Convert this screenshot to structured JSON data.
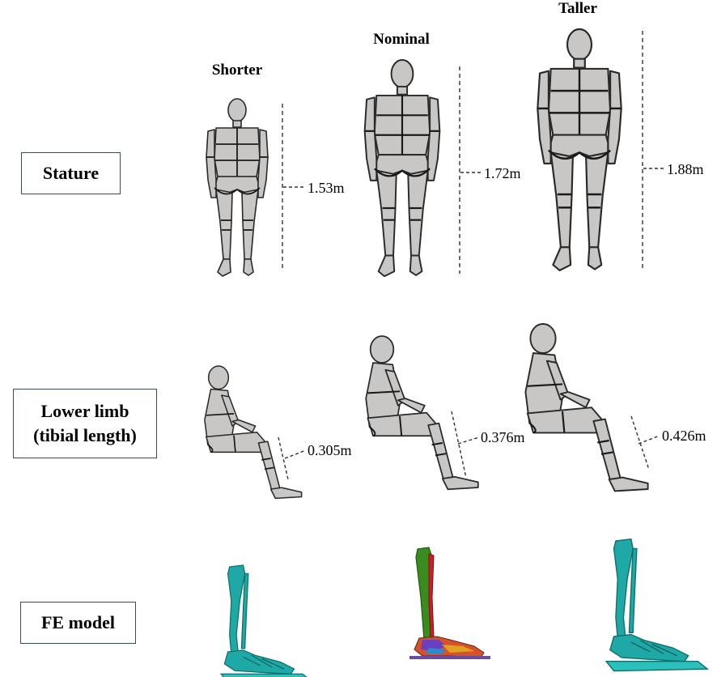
{
  "columns": [
    {
      "label": "Shorter"
    },
    {
      "label": "Nominal"
    },
    {
      "label": "Taller"
    }
  ],
  "rows": {
    "stature": {
      "label": "Stature",
      "measures": [
        "1.53m",
        "1.72m",
        "1.88m"
      ]
    },
    "lower_limb": {
      "label_line1": "Lower limb",
      "label_line2": "(tibial length)",
      "measures": [
        "0.305m",
        "0.376m",
        "0.426m"
      ]
    },
    "fe_model": {
      "label": "FE model"
    }
  },
  "colors": {
    "body": "#c8c7c5",
    "body_outline": "#2a2a2a",
    "fe_teal": "#1fa9a6",
    "fe_green": "#3b8c1f",
    "fe_red": "#c8202a",
    "box_border": "#3a4a5e",
    "dashed": "#333333"
  },
  "icons": [
    "standing-dummy-icon",
    "seated-dummy-icon",
    "leg-skeleton-icon"
  ]
}
